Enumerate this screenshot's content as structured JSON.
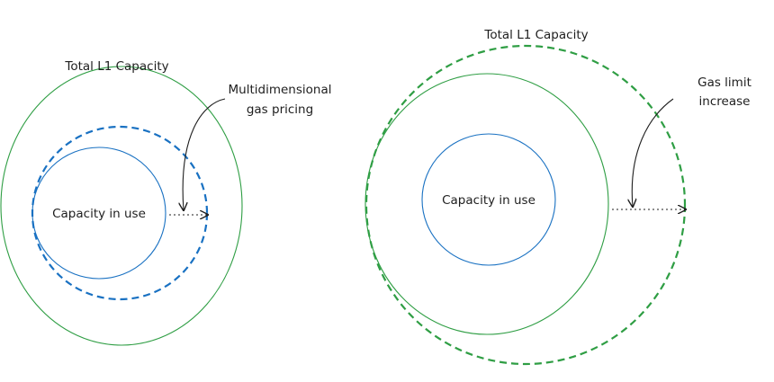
{
  "colors": {
    "outer_capacity": "#2f9e44",
    "in_use": "#1971c2",
    "annotation": "#1e1e1e",
    "background": "#ffffff"
  },
  "left_panel": {
    "total_label": "Total L1 Capacity",
    "in_use_label": "Capacity in use",
    "arrow_label_line1": "Multidimensional",
    "arrow_label_line2": "gas pricing"
  },
  "right_panel": {
    "total_label": "Total L1 Capacity",
    "in_use_label": "Capacity in use",
    "arrow_label_line1": "Gas limit",
    "arrow_label_line2": "increase"
  }
}
